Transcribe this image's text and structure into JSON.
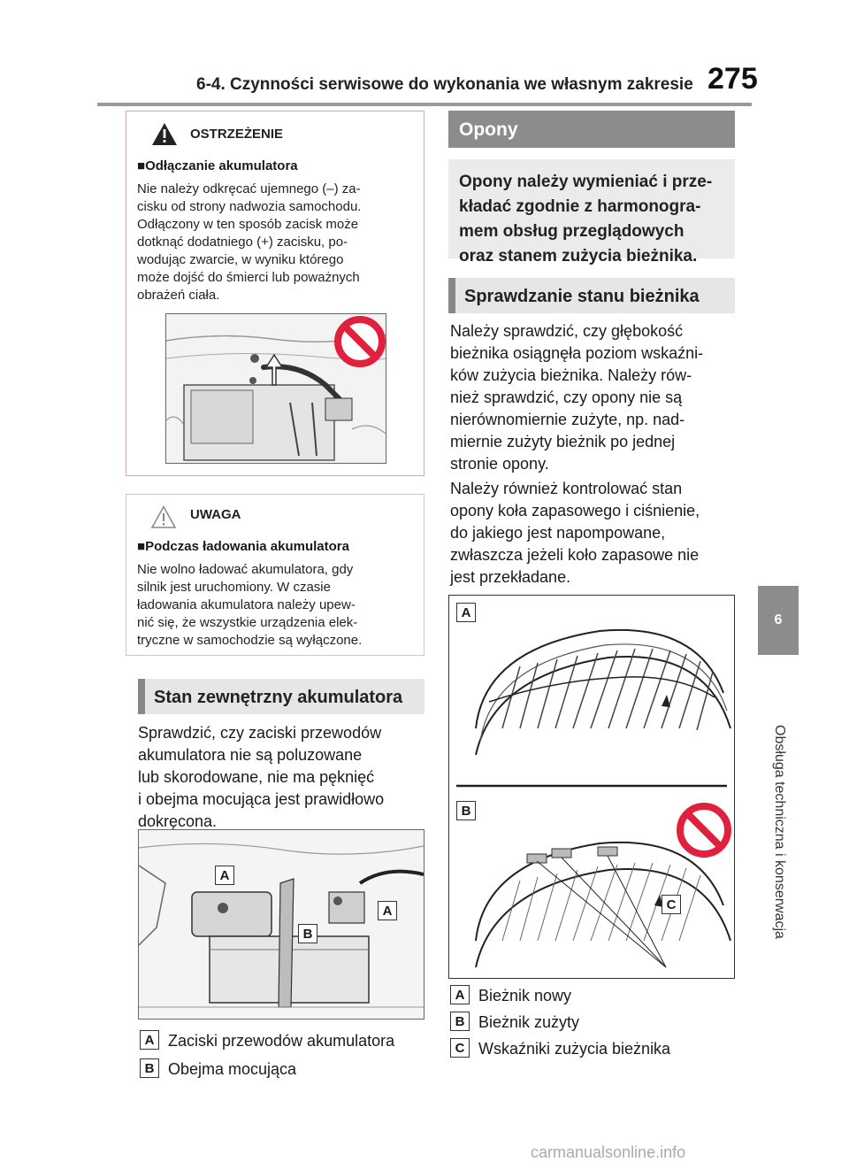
{
  "header": {
    "title": "6-4. Czynności serwisowe do wykonania we własnym zakresie",
    "page_number": "275"
  },
  "side_tab": {
    "chapter_number": "6",
    "chapter_title": "Obsługa techniczna i konserwacja"
  },
  "warning_box": {
    "heading": "OSTRZEŻENIE",
    "subheading": "Odłączanie akumulatora",
    "lines": [
      "Nie należy odkręcać ujemnego (–) za-",
      "cisku od strony nadwozia samochodu.",
      "Odłączony w ten sposób zacisk może",
      "dotknąć dodatniego (+) zacisku, po-",
      "wodując zwarcie, w wyniku którego",
      "może dojść do śmierci lub poważnych",
      "obrażeń ciała."
    ]
  },
  "caution_box": {
    "heading": "UWAGA",
    "subheading": "Podczas ładowania akumulatora",
    "lines": [
      "Nie wolno ładować akumulatora, gdy",
      "silnik jest uruchomiony. W czasie",
      "ładowania akumulatora należy upew-",
      "nić się, że wszystkie urządzenia elek-",
      "tryczne w samochodzie są wyłączone."
    ]
  },
  "battery_section": {
    "heading": "Stan zewnętrzny akumulatora",
    "lines": [
      "Sprawdzić, czy zaciski przewodów",
      "akumulatora nie są poluzowane",
      "lub skorodowane, nie ma pęknięć",
      "i obejma mocująca jest prawidłowo",
      "dokręcona."
    ],
    "figure_labels": {
      "a": "A",
      "b": "B"
    },
    "legend": [
      {
        "letter": "A",
        "text": "Zaciski przewodów akumulatora"
      },
      {
        "letter": "B",
        "text": "Obejma mocująca"
      }
    ]
  },
  "tires_section": {
    "band": "Opony",
    "intro_lines": [
      "Opony należy wymieniać i prze-",
      "kładać zgodnie z harmonogra-",
      "mem obsług przeglądowych",
      "oraz stanem zużycia bieżnika."
    ],
    "heading": "Sprawdzanie stanu bieżnika",
    "para1": [
      "Należy sprawdzić, czy głębokość",
      "bieżnika osiągnęła poziom wskaźni-",
      "ków zużycia bieżnika. Należy rów-",
      "nież sprawdzić, czy opony nie są",
      "nierównomiernie zużyte, np. nad-",
      "miernie zużyty bieżnik po jednej",
      "stronie opony."
    ],
    "para2": [
      "Należy również kontrolować stan",
      "opony koła zapasowego i ciśnienie,",
      "do jakiego jest napompowane,",
      "zwłaszcza jeżeli koło zapasowe nie",
      "jest przekładane."
    ],
    "figure_labels": {
      "a": "A",
      "b": "B",
      "c": "C"
    },
    "legend": [
      {
        "letter": "A",
        "text": "Bieżnik nowy"
      },
      {
        "letter": "B",
        "text": "Bieżnik zużyty"
      },
      {
        "letter": "C",
        "text": "Wskaźniki zużycia bieżnika"
      }
    ]
  },
  "watermark": "carmanualsonline.info",
  "colors": {
    "band_gray": "#8c8c8c",
    "warning_border": "#d0a7b7",
    "prohibit_red": "#e0203c"
  }
}
